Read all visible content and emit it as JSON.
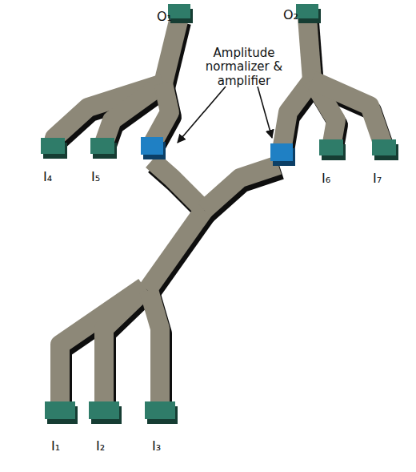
{
  "diagram": {
    "labels": [
      "O₁",
      "O₂",
      "Amplitude normalizer & amplifier",
      "I₄",
      "I₅",
      "I₆",
      "I₇",
      "I₁",
      "I₂",
      "I₃"
    ]
  }
}
